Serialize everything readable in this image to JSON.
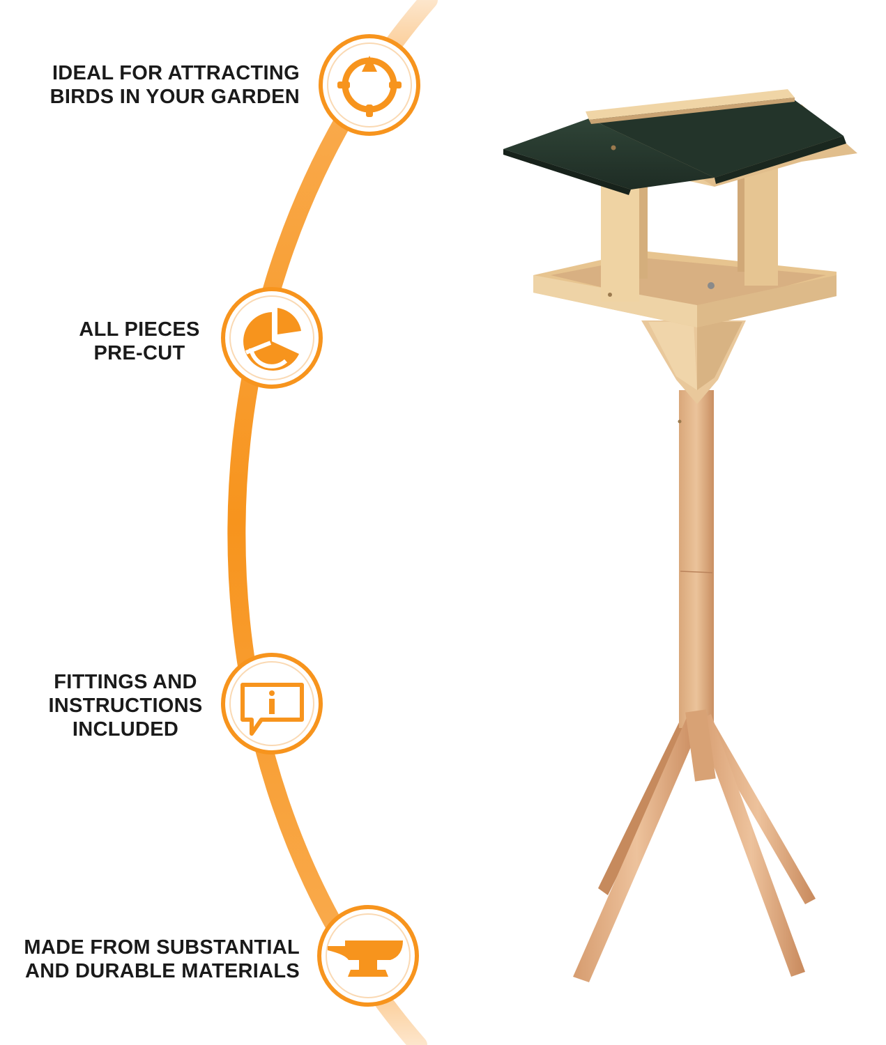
{
  "colors": {
    "accent": "#F7941D",
    "accent_light": "#FCCB95",
    "wood": "#E8C99A",
    "roof": "#27382E"
  },
  "features": [
    {
      "lines": [
        "IDEAL FOR ATTRACTING",
        "BIRDS IN YOUR GARDEN"
      ],
      "icon": "target-icon"
    },
    {
      "lines": [
        "ALL PIECES",
        "PRE-CUT"
      ],
      "icon": "pie-chart-icon"
    },
    {
      "lines": [
        "FITTINGS AND",
        "INSTRUCTIONS",
        "INCLUDED"
      ],
      "icon": "info-speech-bubble-icon"
    },
    {
      "lines": [
        "MADE FROM SUBSTANTIAL",
        "AND DURABLE MATERIALS"
      ],
      "icon": "anvil-icon"
    }
  ],
  "product": {
    "icon": "bird-table-illustration"
  }
}
